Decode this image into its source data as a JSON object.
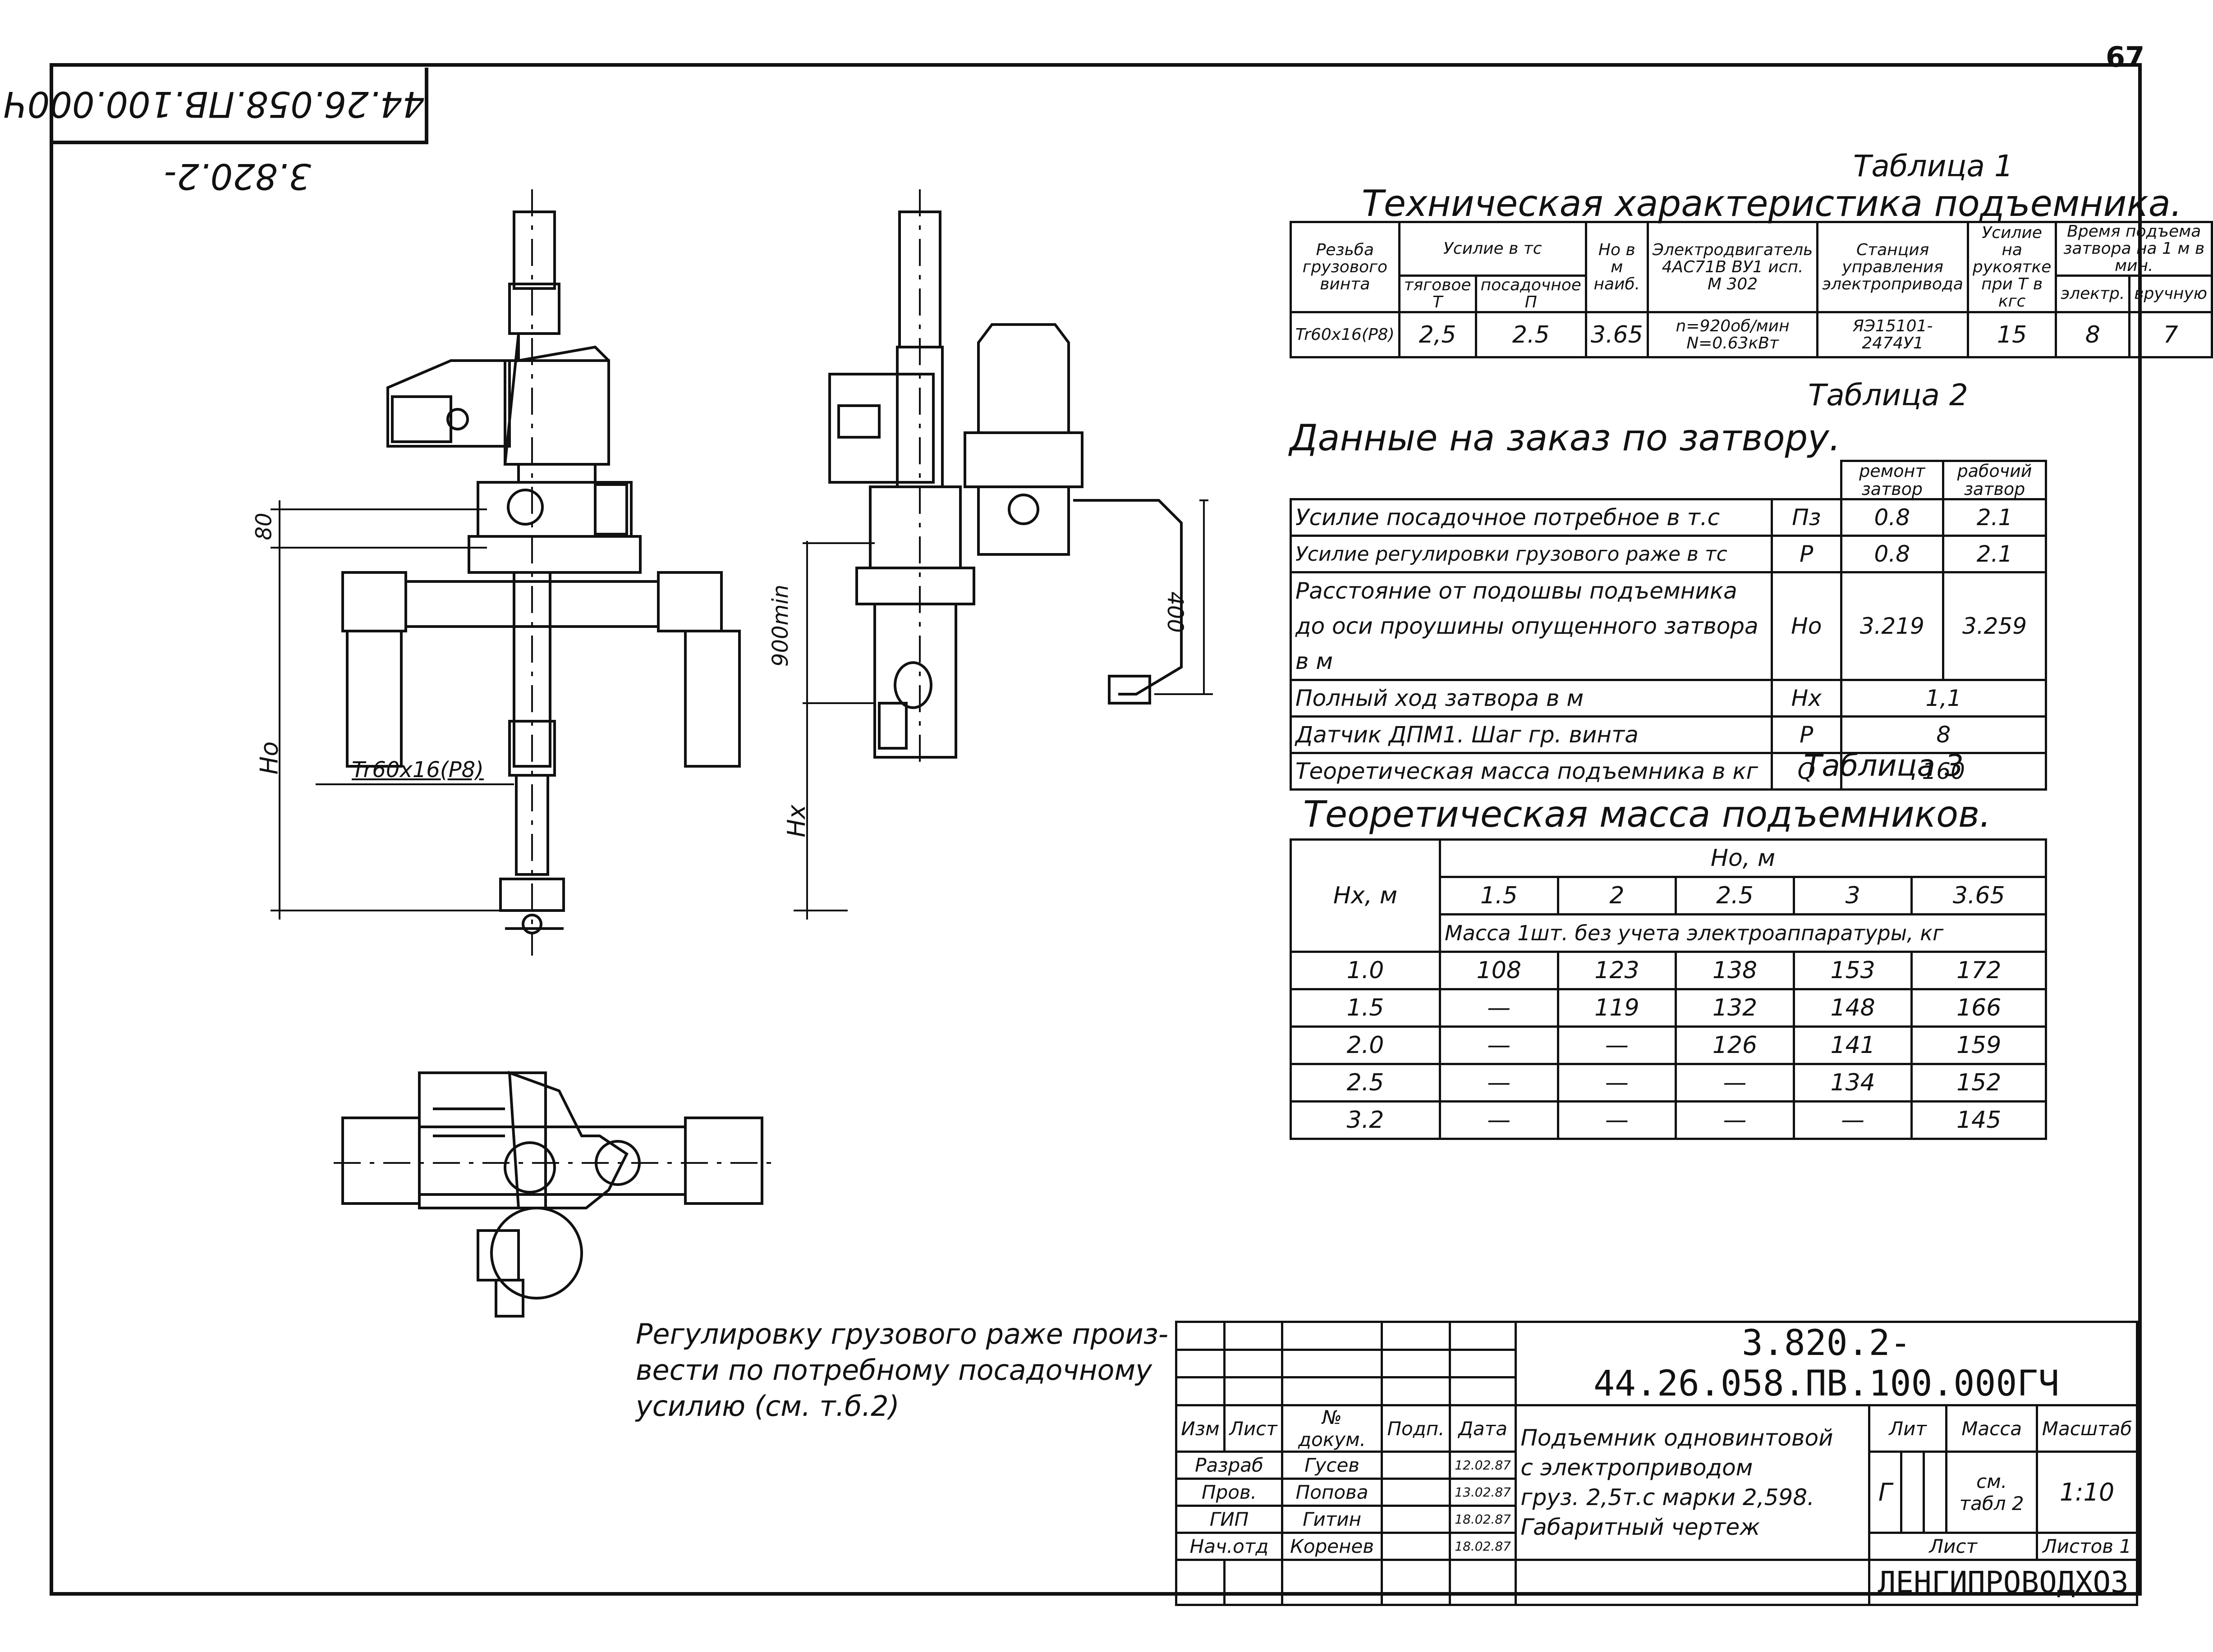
{
  "sheet_number": "67",
  "rotated_stamp": "3.820.2-44.26.058.ПВ.100.000Ч",
  "table1": {
    "caption": "Таблица 1",
    "title": "Техническая характеристика подъемника.",
    "headers": {
      "thread": "Резьба грузового винта",
      "force": "Усилие в тс",
      "force_lift": "тяговое Т",
      "force_seat": "посадочное П",
      "ho": "Но в м наиб.",
      "motor": "Электродвигатель 4АС71В ВУ1 исп. М 302",
      "station": "Станция управления электропривода",
      "handle": "Усилие на рукоятке при Т в кгс",
      "time": "Время подъема затвора на 1 м в мин.",
      "time_el": "электр.",
      "time_man": "вручную"
    },
    "row": {
      "thread": "Tr60x16(P8)",
      "force_lift": "2,5",
      "force_seat": "2.5",
      "ho": "3.65",
      "motor": "n=920об/мин N=0.63кВт",
      "station": "ЯЭ15101-2474У1",
      "handle": "15",
      "time_el": "8",
      "time_man": "7"
    }
  },
  "table2": {
    "caption": "Таблица 2",
    "title": "Данные на заказ по затвору.",
    "col_repair": "ремонт затвор",
    "col_work": "рабочий затвор",
    "rows": [
      {
        "label": "Усилие посадочное потребное в т.с",
        "sym": "Пз",
        "repair": "0.8",
        "work": "2.1"
      },
      {
        "label": "Усилие регулировки грузового раже в тс",
        "sym": "P",
        "repair": "0.8",
        "work": "2.1"
      },
      {
        "label": "Расстояние от подошвы подъемника до оси проушины опущенного затвора в м",
        "sym": "Но",
        "repair": "3.219",
        "work": "3.259"
      },
      {
        "label": "Полный ход затвора в м",
        "sym": "Нх",
        "value": "1,1"
      },
      {
        "label": "Датчик ДПМ1. Шаг гр. винта",
        "sym": "P",
        "value": "8"
      },
      {
        "label": "Теоретическая масса подъемника в кг",
        "sym": "Q",
        "value": "160"
      }
    ]
  },
  "table3": {
    "caption": "Таблица 3",
    "title": "Теоретическая масса подъемников.",
    "col_hx": "Нх, м",
    "col_ho": "Но, м",
    "ho_values": [
      "1.5",
      "2",
      "2.5",
      "3",
      "3.65"
    ],
    "subheader": "Масса 1шт. без учета электроаппаратуры, кг",
    "rows": [
      {
        "hx": "1.0",
        "values": [
          "108",
          "123",
          "138",
          "153",
          "172"
        ]
      },
      {
        "hx": "1.5",
        "values": [
          "—",
          "119",
          "132",
          "148",
          "166"
        ]
      },
      {
        "hx": "2.0",
        "values": [
          "—",
          "—",
          "126",
          "141",
          "159"
        ]
      },
      {
        "hx": "2.5",
        "values": [
          "—",
          "—",
          "—",
          "134",
          "152"
        ]
      },
      {
        "hx": "3.2",
        "values": [
          "—",
          "—",
          "—",
          "—",
          "145"
        ]
      }
    ]
  },
  "drawing": {
    "dim_80": "80",
    "dim_ho": "Но",
    "dim_hx": "Нх",
    "dim_900": "900min",
    "dim_400": "400",
    "thread_label": "Tr60x16(P8)"
  },
  "note": {
    "line1": "Регулировку грузового раже произ-",
    "line2": "вести по потребному посадочному",
    "line3": "усилию (см. т.б.2)"
  },
  "title_block": {
    "doc_code": "3.820.2-44.26.058.ПВ.100.000ГЧ",
    "name_l1": "Подъемник одновинтовой",
    "name_l2": "с электроприводом",
    "name_l3": "груз. 2,5т.с марки 2,598.",
    "name_l4": "Габаритный чертеж",
    "h_izm": "Изм",
    "h_list": "Лист",
    "h_doc": "№ докум.",
    "h_sign": "Подп.",
    "h_date": "Дата",
    "people": [
      {
        "role": "Разраб",
        "name": "Гусев",
        "date": "12.02.87"
      },
      {
        "role": "Пров.",
        "name": "Попова",
        "date": "13.02.87"
      },
      {
        "role": "ГИП",
        "name": "Гитин",
        "date": "18.02.87"
      },
      {
        "role": "Нач.отд",
        "name": "Коренев",
        "date": "18.02.87"
      }
    ],
    "lit_h": "Лит",
    "mass_h": "Масса",
    "scale_h": "Масштаб",
    "lit": "Г",
    "mass": "см. табл 2",
    "scale": "1:10",
    "sheet_h": "Лист",
    "sheets_h": "Листов 1",
    "org": "ЛЕНГИПРОВОДХОЗ"
  }
}
